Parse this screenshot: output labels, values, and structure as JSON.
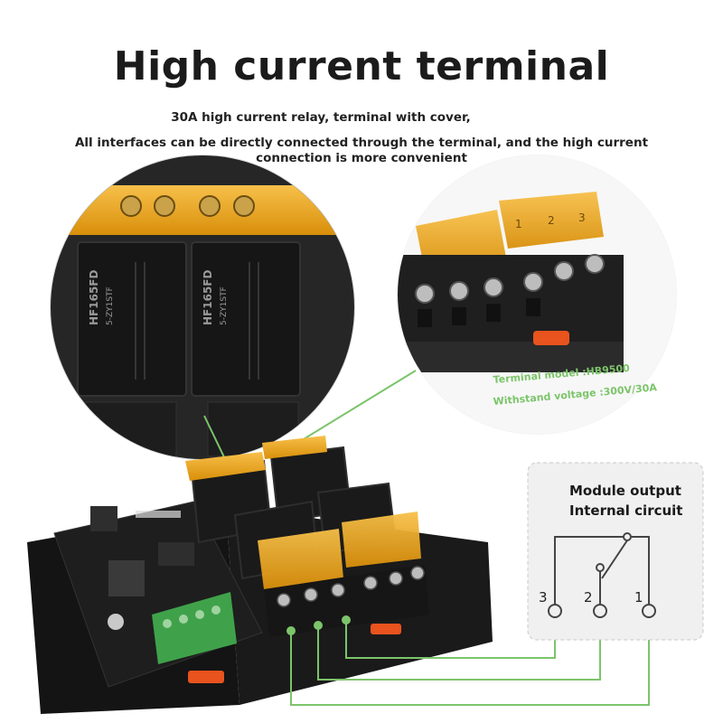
{
  "title": "High current terminal",
  "subtitle_line1": "30A high current relay, terminal with cover,",
  "subtitle_line2": "All interfaces can be directly connected through the terminal, and the high current connection is more convenient",
  "relay_model": "HF165FD",
  "relay_variant": "5-ZY1STF",
  "terminal_model": "Terminal model :HB9500",
  "withstand_voltage": "Withstand voltage :300V/30A",
  "circuit_title_line1": "Module output",
  "circuit_title_line2": "Internal circuit",
  "pin_labels": [
    "3",
    "2",
    "1"
  ],
  "cover_numbers": [
    "1",
    "2",
    "3"
  ],
  "colors": {
    "accent_green": "#7cc46a",
    "relay_cover": "#e8a412",
    "pcb": "#1c1c1c",
    "terminal_green": "#3fa24a"
  }
}
